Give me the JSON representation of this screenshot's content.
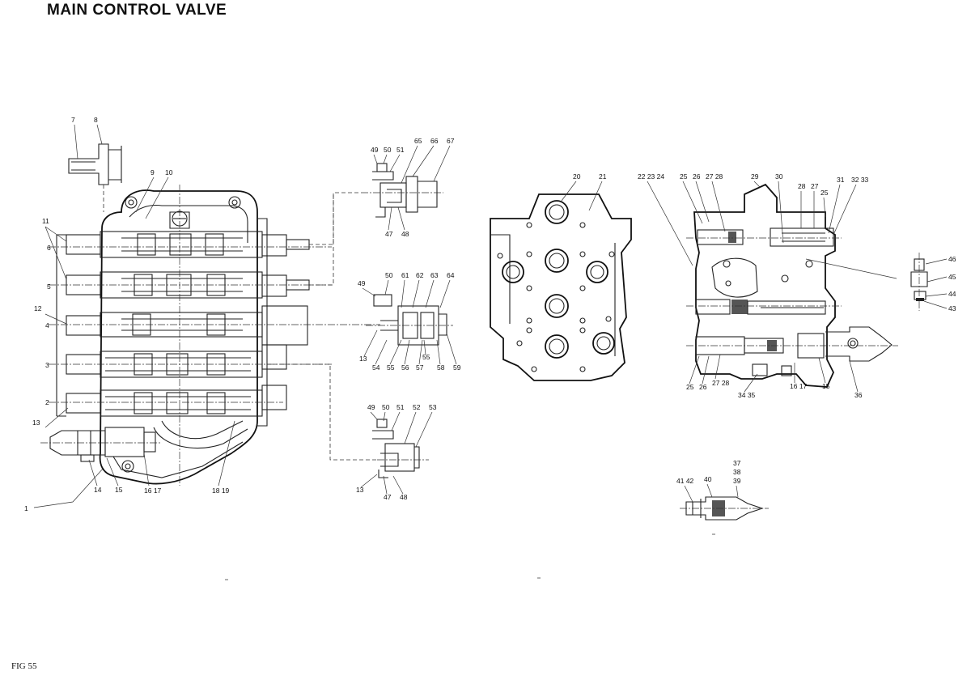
{
  "title": "MAIN CONTROL VALVE",
  "figure_label": "FIG 55",
  "callouts": {
    "left": [
      "7",
      "8",
      "9",
      "10",
      "11",
      "6",
      "5",
      "12",
      "4",
      "3",
      "2",
      "13",
      "14",
      "15",
      "16 17",
      "18 19",
      "1"
    ],
    "detail_top": [
      "49",
      "50",
      "51",
      "65",
      "66",
      "67",
      "47",
      "48"
    ],
    "detail_middle": [
      "49",
      "50",
      "61",
      "62",
      "63",
      "64",
      "13",
      "54",
      "55",
      "56",
      "57",
      "55",
      "58",
      "59"
    ],
    "detail_bottom": [
      "49",
      "50",
      "51",
      "52",
      "53",
      "13",
      "47",
      "48"
    ],
    "center": [
      "20",
      "21"
    ],
    "right": [
      "22 23 24",
      "25",
      "26",
      "27 28",
      "29",
      "30",
      "28",
      "27",
      "25",
      "31",
      "32 33",
      "46",
      "45",
      "44",
      "43",
      "25",
      "26",
      "27 28",
      "34 35",
      "16 17",
      "15",
      "36"
    ],
    "relief": [
      "37",
      "38",
      "39",
      "41 42",
      "40"
    ]
  }
}
